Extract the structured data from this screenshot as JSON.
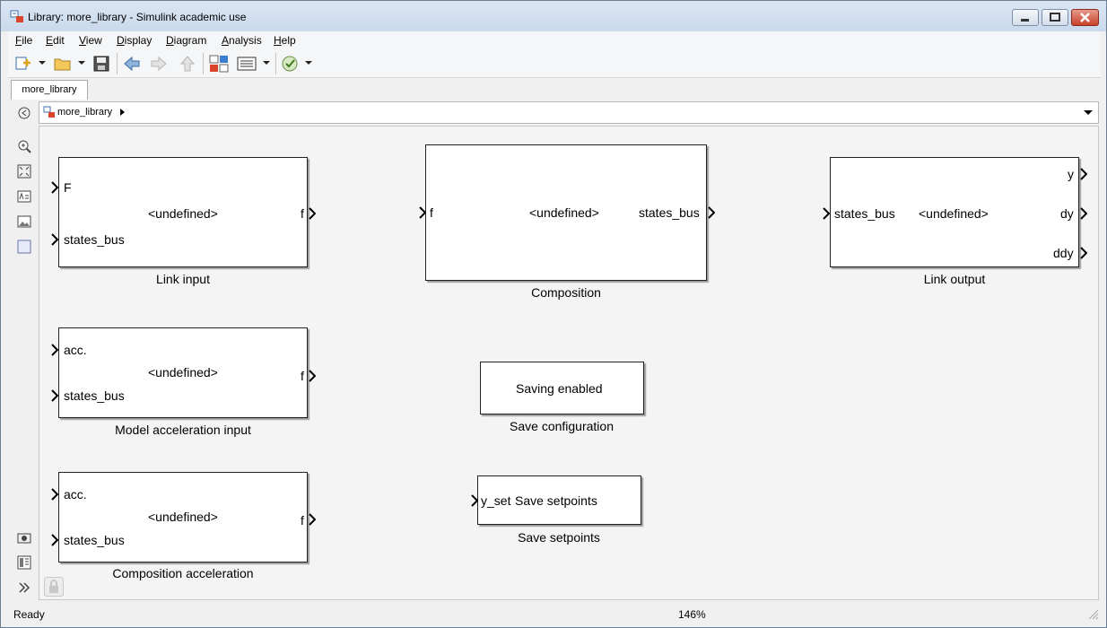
{
  "window": {
    "title": "Library: more_library - Simulink academic use"
  },
  "menu": {
    "items": [
      {
        "first": "F",
        "rest": "ile"
      },
      {
        "first": "E",
        "rest": "dit"
      },
      {
        "first": "V",
        "rest": "iew"
      },
      {
        "first": "D",
        "rest": "isplay"
      },
      {
        "first": "D",
        "rest": "iagram"
      },
      {
        "first": "A",
        "rest": "nalysis"
      },
      {
        "first": "H",
        "rest": "elp"
      }
    ]
  },
  "tab": {
    "label": "more_library"
  },
  "address": {
    "path": "more_library"
  },
  "blocks": {
    "link_input": {
      "in1": "F",
      "in2": "states_bus",
      "center": "<undefined>",
      "out1": "f",
      "caption": "Link input"
    },
    "composition": {
      "in1": "f",
      "center": "<undefined>",
      "out1": "states_bus",
      "caption": "Composition"
    },
    "link_output": {
      "in1": "states_bus",
      "center": "<undefined>",
      "out1": "y",
      "out2": "dy",
      "out3": "ddy",
      "caption": "Link output"
    },
    "model_accel": {
      "in1": "acc.",
      "in2": "states_bus",
      "center": "<undefined>",
      "out1": "f",
      "caption": "Model acceleration input"
    },
    "save_config": {
      "center": "Saving enabled",
      "caption": "Save configuration"
    },
    "comp_accel": {
      "in1": "acc.",
      "in2": "states_bus",
      "center": "<undefined>",
      "out1": "f",
      "caption": "Composition acceleration"
    },
    "save_setpoints": {
      "in1": "y_set",
      "center": "Save setpoints",
      "caption": "Save setpoints"
    }
  },
  "status": {
    "text": "Ready",
    "zoom": "146%"
  }
}
